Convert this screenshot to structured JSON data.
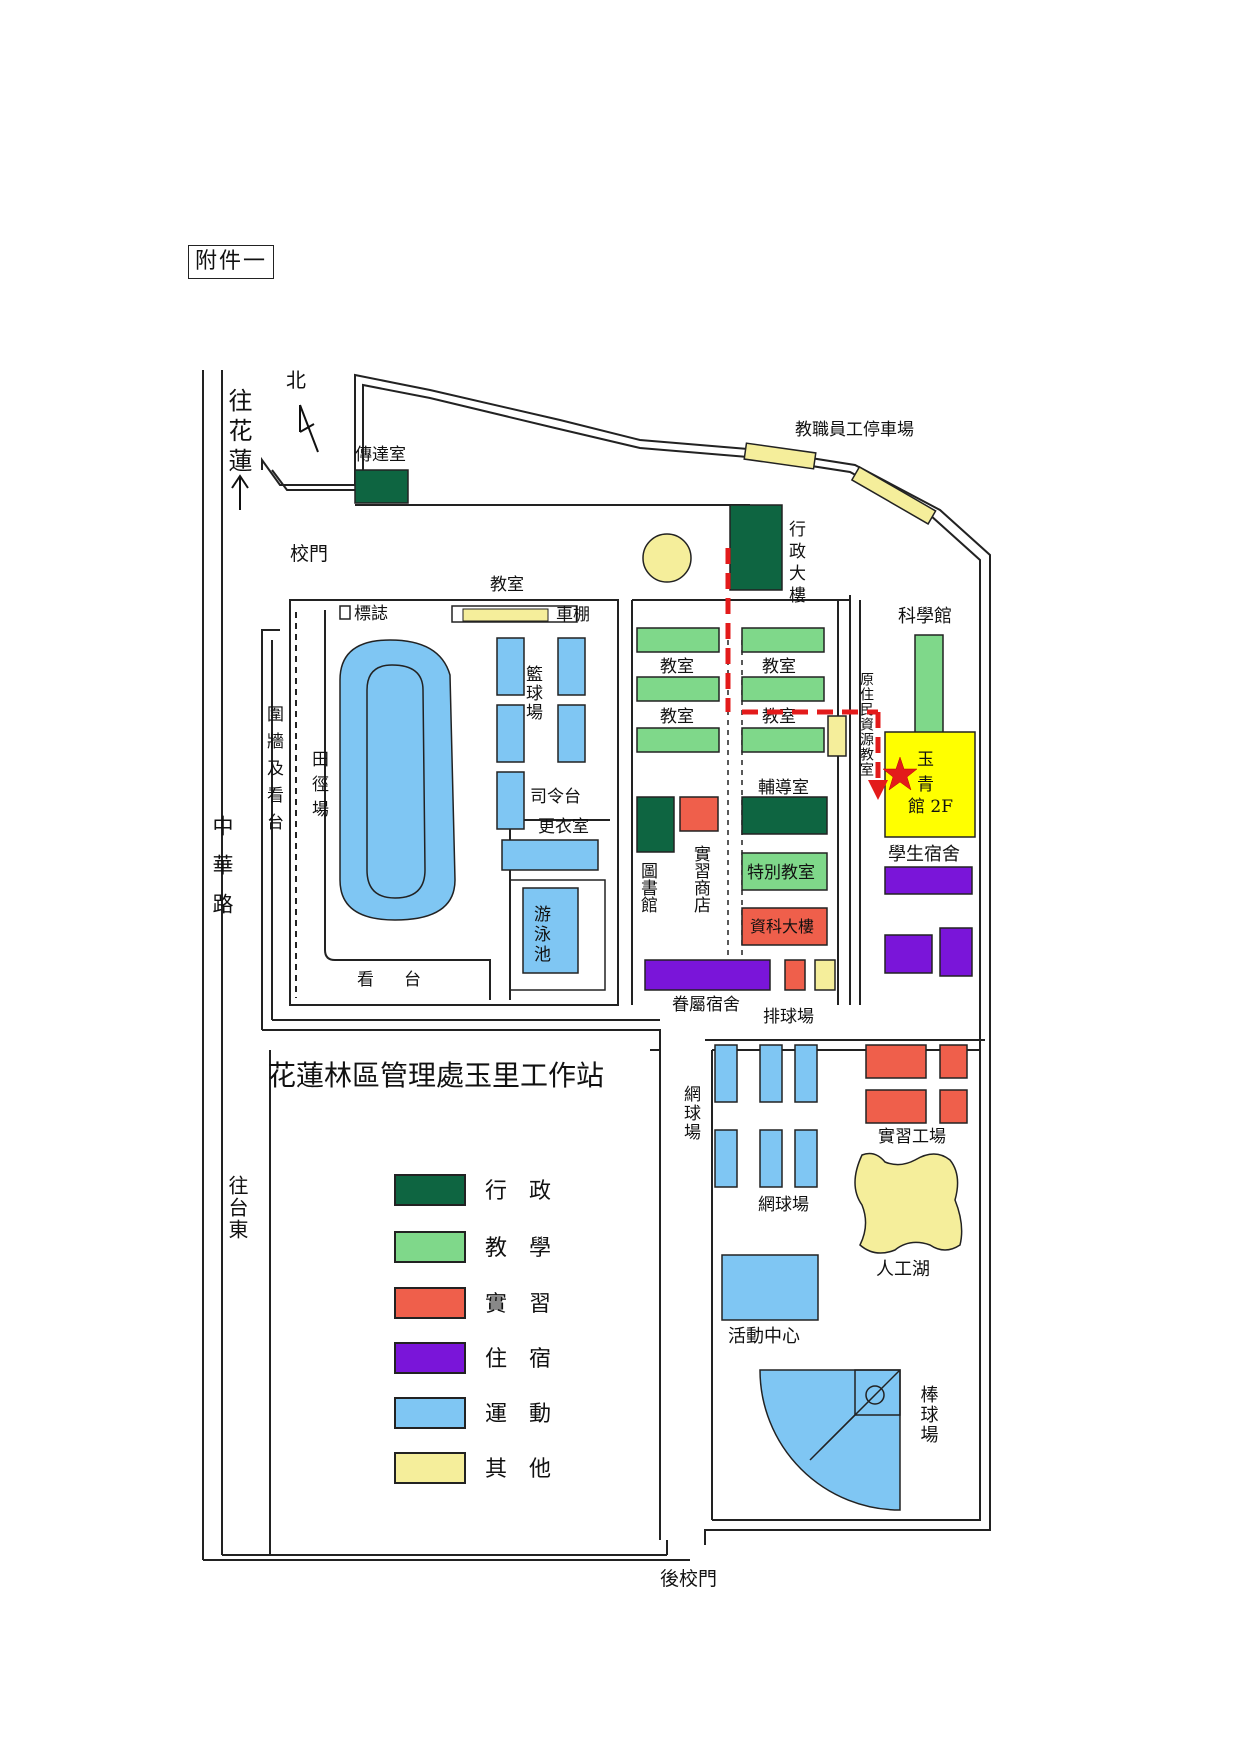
{
  "attachment_label": "附件一",
  "colors": {
    "admin": "#0e6541",
    "teaching": "#7fd88a",
    "practice": "#ef5f4b",
    "dorm": "#7a15d9",
    "sports": "#7fc6f3",
    "other": "#f5ee9b",
    "venue": "#ffff00",
    "route": "#e31b1b",
    "wall": "#222222"
  },
  "labels": {
    "to_hualien": "往花蓮",
    "north": "北",
    "gate_house": "傳達室",
    "staff_parking": "教職員工停車場",
    "main_gate": "校門",
    "admin_building": "行政大樓",
    "science_hall": "科學館",
    "classroom_top": "教室",
    "marker": "標誌",
    "bike_shed": "車棚",
    "basketball": "籃球場",
    "wall_stands": "圍牆及看台",
    "track_field": "田徑場",
    "podium": "司令台",
    "locker": "更衣室",
    "pool": "游泳池",
    "stands": "看台",
    "classroom_1": "教室",
    "classroom_2": "教室",
    "classroom_3": "教室",
    "classroom_4": "教室",
    "indigenous_room": "原住民資源教室",
    "venue_name": "玉青",
    "venue_floor": "館 2F",
    "counseling": "輔導室",
    "library": "圖書館",
    "shop": "實習商店",
    "special_room": "特別教室",
    "it_building": "資科大樓",
    "student_dorm": "學生宿舍",
    "family_dorm": "眷屬宿舍",
    "volleyball": "排球場",
    "zhonghua_road": "中華路",
    "forestry_station": "花蓮林區管理處玉里工作站",
    "tennis_left": "網球場",
    "tennis_bottom": "網球場",
    "workshop": "實習工場",
    "lake": "人工湖",
    "activity_center": "活動中心",
    "baseball": "棒球場",
    "to_taitung": "往台東",
    "back_gate": "後校門"
  },
  "legend": [
    {
      "label": "行　政",
      "color": "#0e6541"
    },
    {
      "label": "教　學",
      "color": "#7fd88a"
    },
    {
      "label": "實　習",
      "color": "#ef5f4b"
    },
    {
      "label": "住　宿",
      "color": "#7a15d9"
    },
    {
      "label": "運　動",
      "color": "#7fc6f3"
    },
    {
      "label": "其　他",
      "color": "#f5ee9b"
    }
  ]
}
